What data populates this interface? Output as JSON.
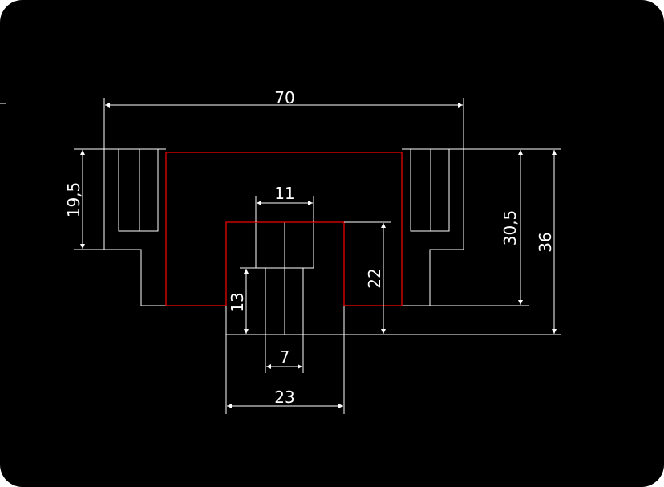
{
  "colors": {
    "background": "#000000",
    "geometry": "#ffffff",
    "highlight": "#cc0000",
    "dimension": "#ffffff"
  },
  "dimensions": {
    "overall_width": "70",
    "left_height": "19,5",
    "inner_width_top": "11",
    "slot_depth": "22",
    "inner_height": "30,5",
    "overall_height": "36",
    "step_height": "13",
    "slot_width": "7",
    "bottom_width": "23"
  }
}
